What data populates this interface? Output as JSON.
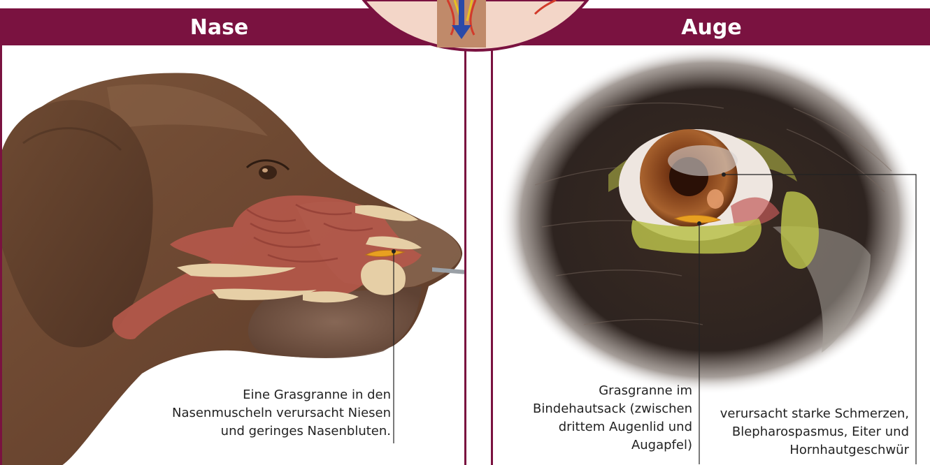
{
  "panels": {
    "left": {
      "title": "Nase",
      "caption": [
        "Eine Grasgranne in den",
        "Nasenmuscheln verursacht Niesen",
        "und geringes Nasenbluten."
      ]
    },
    "right": {
      "title": "Auge",
      "caption_left": [
        "Grasgranne im",
        "Bindehautsack (zwischen",
        "drittem Augenlid und",
        "Augapfel)"
      ],
      "caption_right": [
        "verursacht starke Schmerzen,",
        "Blepharospasmus, Eiter und",
        "Hornhautgeschwür"
      ]
    }
  },
  "colors": {
    "header": "#7a1240",
    "dog_fur": "#6b4630",
    "nasal_tissue": "#b4584a",
    "eye_iris": "#8a4a22",
    "pus": "#b8c04a"
  }
}
